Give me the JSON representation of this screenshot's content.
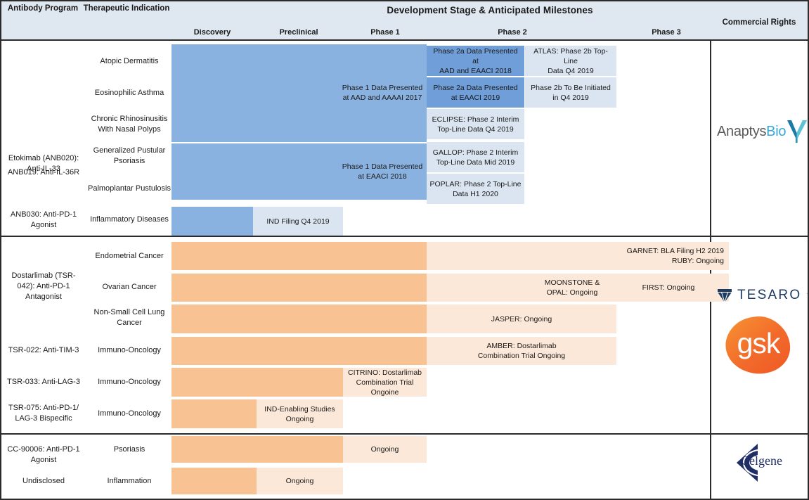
{
  "header": {
    "col_antibody_program": "Antibody Program",
    "col_therapeutic_indication": "Therapeutic Indication",
    "title": "Development Stage & Anticipated Milestones",
    "col_commercial_rights": "Commercial Rights",
    "stages": [
      "Discovery",
      "Preclinical",
      "Phase 1",
      "Phase 2",
      "Phase 3"
    ]
  },
  "colors": {
    "header_bg": "#dfe7f0",
    "bar_blue": "#8ab2e0",
    "bar_blue_mid": "#6f9ed8",
    "bar_blue_light": "#dbe5f1",
    "bar_orange": "#f8c293",
    "bar_orange_light": "#fce8d8",
    "border": "#2b2b2b",
    "anaptys_gray": "#58595b",
    "anaptys_blue": "#35a8d8",
    "tesaro_navy": "#1d3b63",
    "gsk_orange": "#f36633",
    "celgene_navy": "#1f2f66"
  },
  "sections": [
    {
      "id": "anaptysbio",
      "programs": [
        {
          "name": "Etokimab (ANB020): Anti-IL-33",
          "rows": [
            0,
            1,
            2
          ]
        },
        {
          "name": "ANB019: Anti-IL-36R",
          "rows": [
            3,
            4
          ]
        },
        {
          "name": "ANB030: Anti-PD-1 Agonist",
          "rows": [
            5
          ]
        }
      ],
      "rows": [
        {
          "indication": "Atopic Dermatitis"
        },
        {
          "indication": "Eosinophilic Asthma"
        },
        {
          "indication": "Chronic Rhinosinusitis With Nasal Polyps"
        },
        {
          "indication": "Generalized Pustular Psoriasis"
        },
        {
          "indication": "Palmoplantar Pustulosis"
        },
        {
          "indication": "Inflammatory Diseases"
        }
      ],
      "milestones": [
        "Phase 2a Data Presented at AAD and EAACI 2018",
        "ATLAS: Phase 2b Top-Line Data Q4 2019",
        "Phase 1 Data Presented at AAD and AAAAI 2017",
        "Phase 2a Data Presented at EAACI 2019",
        "Phase 2b To Be Initiated in Q4 2019",
        "ECLIPSE: Phase 2 Interim Top-Line Data Q4 2019",
        "Phase 1 Data Presented at EAACI 2018",
        "GALLOP: Phase 2 Interim Top-Line Data Mid 2019",
        "POPLAR: Phase 2 Top-Line Data H1 2020",
        "IND Filing Q4 2019"
      ],
      "partner": "AnaptysBio"
    },
    {
      "id": "tesaro-gsk",
      "programs": [
        {
          "name": "Dostarlimab (TSR-042):  Anti-PD-1 Antagonist",
          "rows": [
            0,
            1,
            2
          ]
        },
        {
          "name": "TSR-022: Anti-TIM-3",
          "rows": [
            3
          ]
        },
        {
          "name": "TSR-033: Anti-LAG-3",
          "rows": [
            4
          ]
        },
        {
          "name": "TSR-075: Anti-PD-1/ LAG-3 Bispecific",
          "rows": [
            5
          ]
        }
      ],
      "rows": [
        {
          "indication": "Endometrial Cancer"
        },
        {
          "indication": "Ovarian Cancer"
        },
        {
          "indication": "Non-Small Cell Lung Cancer"
        },
        {
          "indication": "Immuno-Oncology"
        },
        {
          "indication": "Immuno-Oncology"
        },
        {
          "indication": "Immuno-Oncology"
        }
      ],
      "milestones": [
        "GARNET: BLA Filing H2 2019 RUBY: Ongoing",
        "MOONSTONE & OPAL: Ongoing",
        "FIRST: Ongoing",
        "JASPER: Ongoing",
        "AMBER: Dostarlimab Combination Trial Ongoing",
        "CITRINO: Dostarlimab Combination Trial Ongoine",
        "IND-Enabling Studies Ongoing"
      ],
      "partners": [
        "TESARO",
        "gsk"
      ]
    },
    {
      "id": "celgene",
      "programs": [
        {
          "name": "CC-90006: Anti-PD-1 Agonist",
          "rows": [
            0
          ]
        },
        {
          "name": "Undisclosed",
          "rows": [
            1
          ]
        }
      ],
      "rows": [
        {
          "indication": "Psoriasis"
        },
        {
          "indication": "Inflammation"
        }
      ],
      "milestones": [
        "Ongoing",
        "Ongoing"
      ],
      "partner": "Celgene"
    }
  ],
  "bars": {
    "anaptysbio": {
      "blue_block_1": "",
      "blue_block_2": "",
      "blue_block_3": ""
    }
  },
  "milestone_text": {
    "m_phase2a_aad_eaaci_2018_l1": "Phase 2a Data Presented at",
    "m_phase2a_aad_eaaci_2018_l2": "AAD and EAACI 2018",
    "m_atlas_l1": "ATLAS: Phase 2b Top-Line",
    "m_atlas_l2": "Data Q4 2019",
    "m_phase1_aad_aaaai_l1": "Phase 1 Data Presented",
    "m_phase1_aad_aaaai_l2": "at AAD and AAAAI 2017",
    "m_phase2a_eaaci_2019_l1": "Phase 2a Data Presented",
    "m_phase2a_eaaci_2019_l2": "at EAACI 2019",
    "m_phase2b_init_l1": "Phase 2b To Be Initiated",
    "m_phase2b_init_l2": "in Q4 2019",
    "m_eclipse_l1": "ECLIPSE: Phase 2 Interim",
    "m_eclipse_l2": "Top-Line Data Q4 2019",
    "m_phase1_eaaci_2018_l1": "Phase 1 Data Presented",
    "m_phase1_eaaci_2018_l2": "at EAACI 2018",
    "m_gallop_l1": "GALLOP: Phase 2 Interim",
    "m_gallop_l2": "Top-Line Data Mid 2019",
    "m_poplar_l1": "POPLAR: Phase 2 Top-Line",
    "m_poplar_l2": "Data H1 2020",
    "m_ind_filing": "IND Filing Q4 2019",
    "m_garnet_l1": "GARNET: BLA Filing H2 2019",
    "m_garnet_l2": "RUBY: Ongoing",
    "m_moonstone_l1": "MOONSTONE &",
    "m_moonstone_l2": "OPAL: Ongoing",
    "m_first": "FIRST: Ongoing",
    "m_jasper": "JASPER: Ongoing",
    "m_amber_l1": "AMBER: Dostarlimab",
    "m_amber_l2": "Combination Trial Ongoing",
    "m_citrino_l1": "CITRINO: Dostarlimab",
    "m_citrino_l2": "Combination Trial",
    "m_citrino_l3": "Ongoine",
    "m_ind_enabling_l1": "IND-Enabling Studies",
    "m_ind_enabling_l2": "Ongoing",
    "m_ongoing_psoriasis": "Ongoing",
    "m_ongoing_inflammation": "Ongoing"
  },
  "programs_text": {
    "p_etokimab_l1": "Etokimab (ANB020):",
    "p_etokimab_l2": "Anti-IL-33",
    "p_anb019": "ANB019: Anti-IL-36R",
    "p_anb030_l1": "ANB030: Anti-PD-1",
    "p_anb030_l2": "Agonist",
    "p_dostarlimab_l1": "Dostarlimab (TSR-",
    "p_dostarlimab_l2": "042):  Anti-PD-1",
    "p_dostarlimab_l3": "Antagonist",
    "p_tsr022": "TSR-022: Anti-TIM-3",
    "p_tsr033": "TSR-033: Anti-LAG-3",
    "p_tsr075_l1": "TSR-075: Anti-PD-1/",
    "p_tsr075_l2": "LAG-3 Bispecific",
    "p_cc90006_l1": "CC-90006: Anti-PD-1",
    "p_cc90006_l2": "Agonist",
    "p_undisclosed": "Undisclosed"
  },
  "indications_text": {
    "i_atopic": "Atopic Dermatitis",
    "i_eosinophilic": "Eosinophilic Asthma",
    "i_crs_l1": "Chronic Rhinosinusitis",
    "i_crs_l2": "With Nasal Polyps",
    "i_gpp_l1": "Generalized Pustular",
    "i_gpp_l2": "Psoriasis",
    "i_ppp": "Palmoplantar Pustulosis",
    "i_inflammatory": "Inflammatory Diseases",
    "i_endometrial": "Endometrial Cancer",
    "i_ovarian": "Ovarian Cancer",
    "i_nsclc_l1": "Non-Small Cell Lung",
    "i_nsclc_l2": "Cancer",
    "i_io_1": "Immuno-Oncology",
    "i_io_2": "Immuno-Oncology",
    "i_io_3": "Immuno-Oncology",
    "i_psoriasis": "Psoriasis",
    "i_inflammation": "Inflammation"
  },
  "logos": {
    "anaptys_part1": "Anaptys",
    "anaptys_part2": "Bio",
    "tesaro_text": "TESARO",
    "tesaro_tm": "™",
    "gsk_text": "gsk",
    "celgene_text": "Celgene"
  }
}
